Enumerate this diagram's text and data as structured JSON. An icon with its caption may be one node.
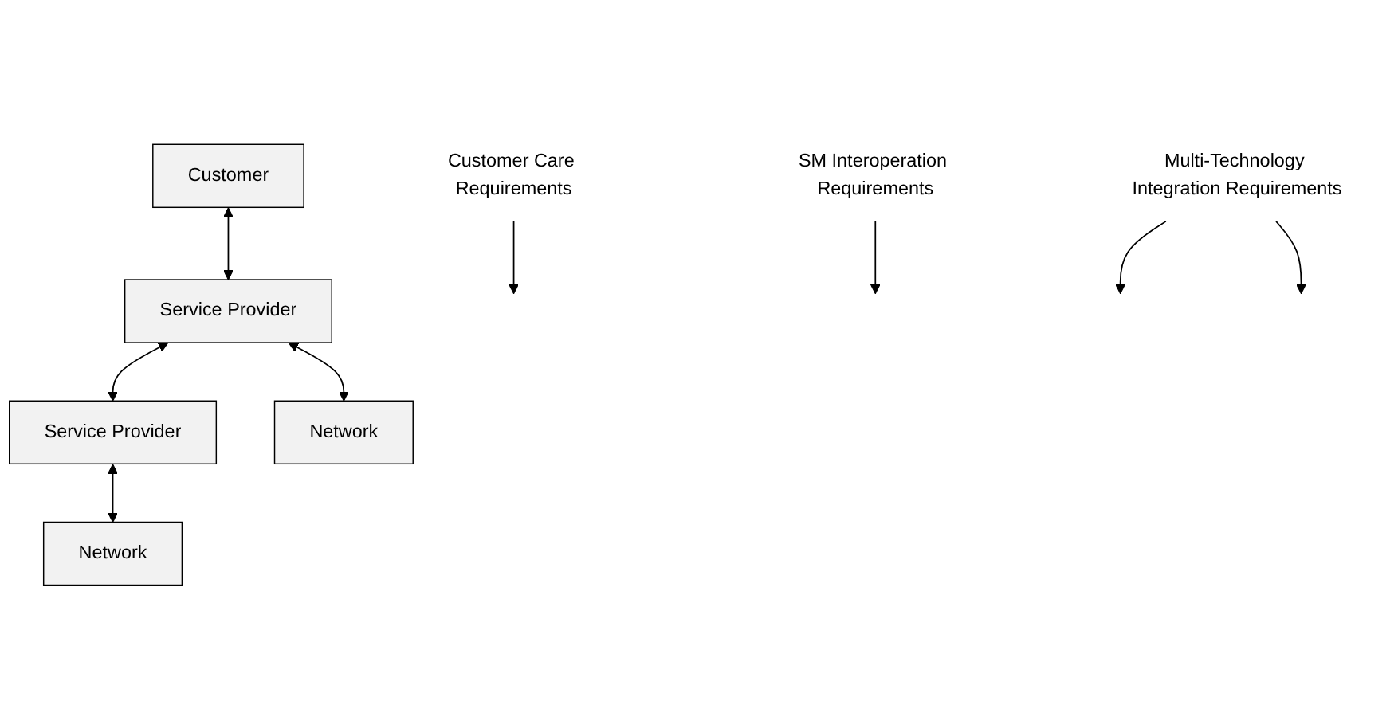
{
  "diagram": {
    "nodes": [
      {
        "text": [
          "Customer"
        ]
      },
      {
        "text": [
          "Service Provider"
        ]
      },
      {
        "text": [
          "Service Provider"
        ]
      },
      {
        "text": [
          "Network"
        ]
      },
      {
        "text": [
          "Network"
        ]
      },
      {
        "text": [
          "Customer Care Requirements"
        ]
      },
      {
        "text": [
          "SM Interoperation Requirements"
        ]
      },
      {
        "text": [
          "Multi-Technology Integration Requirements"
        ]
      }
    ],
    "edges": [
      {
        "from": 0,
        "to": 1,
        "arrow": "both"
      },
      {
        "from": 1,
        "to": 2,
        "arrow": "both"
      },
      {
        "from": 1,
        "to": 3,
        "arrow": "both"
      },
      {
        "from": 2,
        "to": 4,
        "arrow": "both"
      },
      {
        "from": 5,
        "to": null,
        "arrow": "to"
      },
      {
        "from": 6,
        "to": null,
        "arrow": "to"
      },
      {
        "from": 7,
        "to": null,
        "arrow": "to"
      },
      {
        "from": 7,
        "to": null,
        "arrow": "to"
      }
    ]
  }
}
